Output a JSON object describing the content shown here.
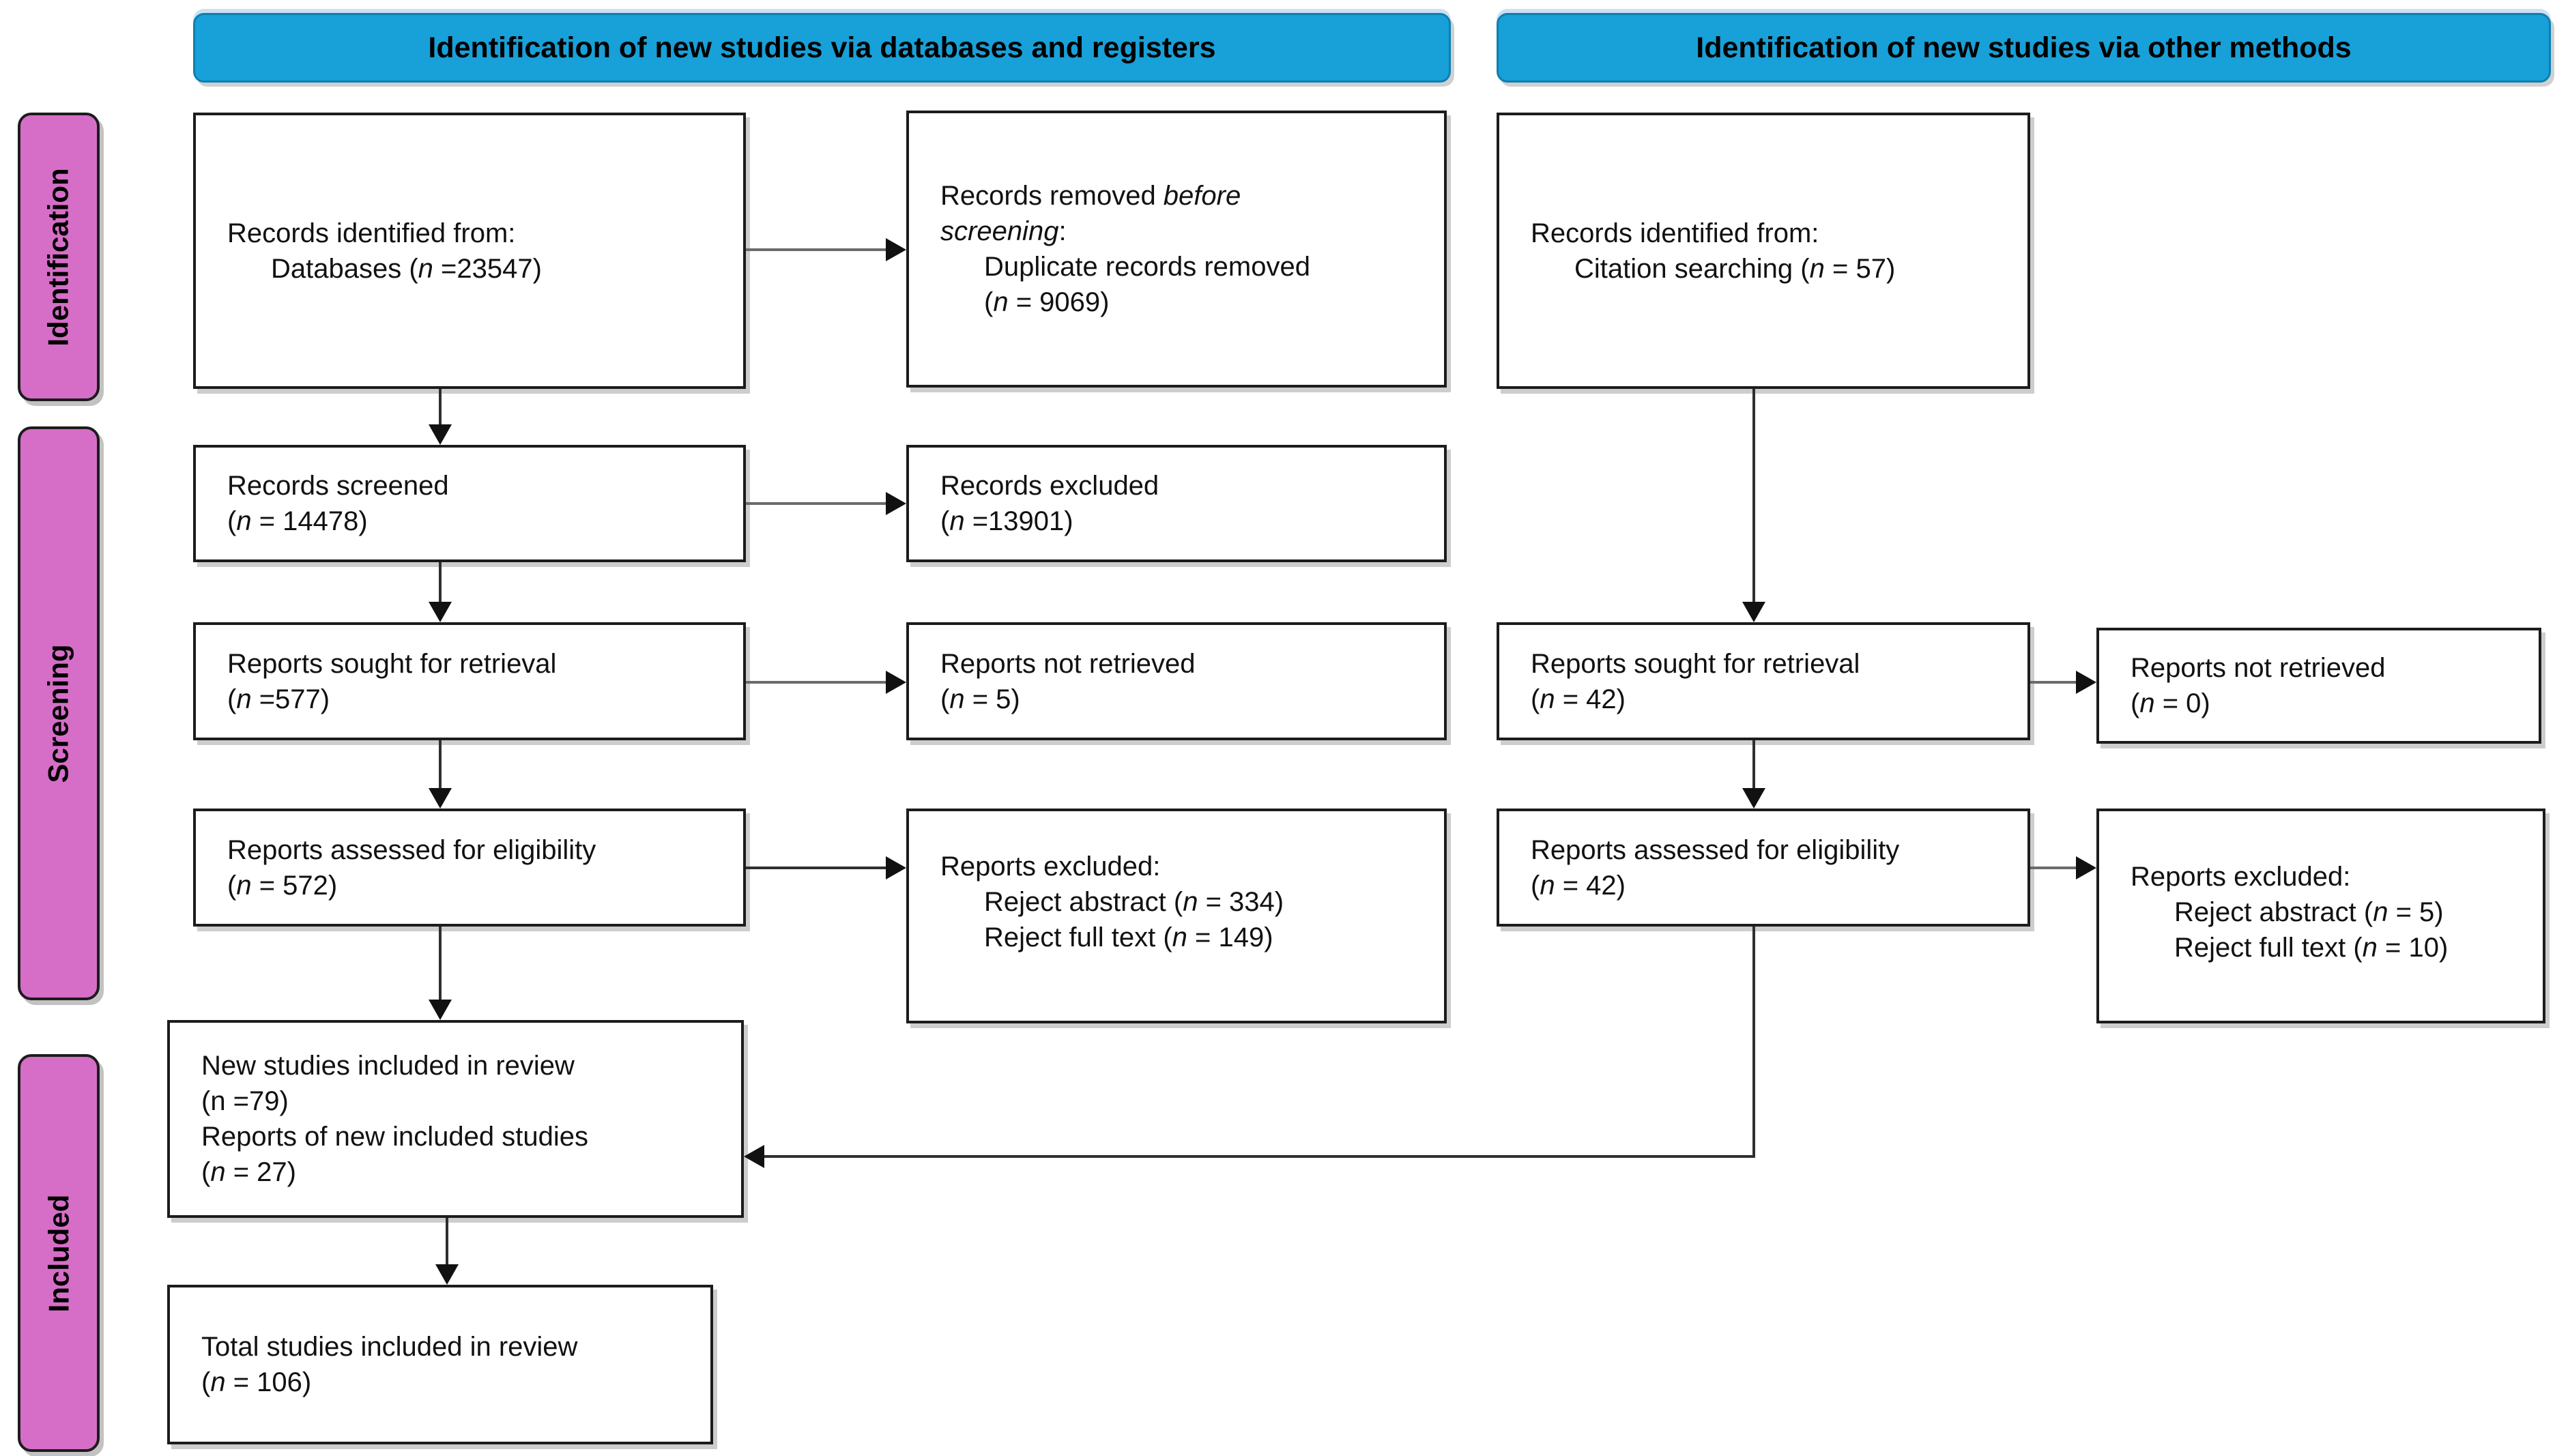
{
  "colors": {
    "header_bg": "#18a0d8",
    "header_border": "#0e7fb2",
    "stage_bg": "#d66ec8",
    "box_border": "#1c1c1c",
    "text": "#111111"
  },
  "headers": {
    "left": "Identification of new studies via databases and registers",
    "right": "Identification of new studies via other methods"
  },
  "stages": [
    {
      "label": "Identification"
    },
    {
      "label": "Screening"
    },
    {
      "label": "Included"
    }
  ],
  "boxes": {
    "records_identified_databases": {
      "lines": [
        {
          "indent": 0,
          "segs": [
            {
              "t": "Records identified from:"
            }
          ]
        },
        {
          "indent": 1,
          "segs": [
            {
              "t": "Databases ("
            },
            {
              "t": "n",
              "i": true
            },
            {
              "t": " =23547)"
            }
          ]
        }
      ]
    },
    "records_removed": {
      "lines": [
        {
          "indent": 0,
          "segs": [
            {
              "t": "Records removed "
            },
            {
              "t": "before",
              "i": true
            }
          ]
        },
        {
          "indent": 0,
          "segs": [
            {
              "t": "screening",
              "i": true
            },
            {
              "t": ":"
            }
          ]
        },
        {
          "indent": 1,
          "segs": [
            {
              "t": "Duplicate records removed"
            }
          ]
        },
        {
          "indent": 1,
          "segs": [
            {
              "t": "("
            },
            {
              "t": "n",
              "i": true
            },
            {
              "t": " = 9069)"
            }
          ]
        }
      ]
    },
    "records_screened": {
      "lines": [
        {
          "indent": 0,
          "segs": [
            {
              "t": "Records screened"
            }
          ]
        },
        {
          "indent": 0,
          "segs": [
            {
              "t": "("
            },
            {
              "t": "n",
              "i": true
            },
            {
              "t": " = 14478)"
            }
          ]
        }
      ]
    },
    "records_excluded": {
      "lines": [
        {
          "indent": 0,
          "segs": [
            {
              "t": "Records excluded"
            }
          ]
        },
        {
          "indent": 0,
          "segs": [
            {
              "t": "("
            },
            {
              "t": "n",
              "i": true
            },
            {
              "t": " =13901)"
            }
          ]
        }
      ]
    },
    "reports_sought": {
      "lines": [
        {
          "indent": 0,
          "segs": [
            {
              "t": "Reports sought for retrieval"
            }
          ]
        },
        {
          "indent": 0,
          "segs": [
            {
              "t": "("
            },
            {
              "t": "n",
              "i": true
            },
            {
              "t": " =577)"
            }
          ]
        }
      ]
    },
    "reports_not_retrieved": {
      "lines": [
        {
          "indent": 0,
          "segs": [
            {
              "t": "Reports not retrieved"
            }
          ]
        },
        {
          "indent": 0,
          "segs": [
            {
              "t": "("
            },
            {
              "t": "n",
              "i": true
            },
            {
              "t": " = 5)"
            }
          ]
        }
      ]
    },
    "reports_assessed": {
      "lines": [
        {
          "indent": 0,
          "segs": [
            {
              "t": "Reports assessed for eligibility"
            }
          ]
        },
        {
          "indent": 0,
          "segs": [
            {
              "t": "("
            },
            {
              "t": "n",
              "i": true
            },
            {
              "t": " = 572)"
            }
          ]
        }
      ]
    },
    "reports_excluded": {
      "lines": [
        {
          "indent": 0,
          "segs": [
            {
              "t": "Reports excluded:"
            }
          ]
        },
        {
          "indent": 1,
          "segs": [
            {
              "t": "Reject abstract ("
            },
            {
              "t": "n",
              "i": true
            },
            {
              "t": " = 334)"
            }
          ]
        },
        {
          "indent": 1,
          "segs": [
            {
              "t": "Reject full text ("
            },
            {
              "t": "n",
              "i": true
            },
            {
              "t": " = 149)"
            }
          ]
        }
      ]
    },
    "new_studies_included": {
      "lines": [
        {
          "indent": 0,
          "segs": [
            {
              "t": "New studies included in review"
            }
          ]
        },
        {
          "indent": 0,
          "segs": [
            {
              "t": "(n =79)"
            }
          ]
        },
        {
          "indent": 0,
          "segs": [
            {
              "t": "Reports of new included studies"
            }
          ]
        },
        {
          "indent": 0,
          "segs": [
            {
              "t": "("
            },
            {
              "t": "n",
              "i": true
            },
            {
              "t": " = 27)"
            }
          ]
        }
      ]
    },
    "total_studies_included": {
      "lines": [
        {
          "indent": 0,
          "segs": [
            {
              "t": "Total studies included in review"
            }
          ]
        },
        {
          "indent": 0,
          "segs": [
            {
              "t": "("
            },
            {
              "t": "n",
              "i": true
            },
            {
              "t": " = 106)"
            }
          ]
        }
      ]
    },
    "records_identified_citation": {
      "lines": [
        {
          "indent": 0,
          "segs": [
            {
              "t": "Records identified from:"
            }
          ]
        },
        {
          "indent": 1,
          "segs": [
            {
              "t": "Citation searching ("
            },
            {
              "t": "n",
              "i": true
            },
            {
              "t": " = 57)"
            }
          ]
        }
      ]
    },
    "reports_sought_other": {
      "lines": [
        {
          "indent": 0,
          "segs": [
            {
              "t": "Reports sought for retrieval"
            }
          ]
        },
        {
          "indent": 0,
          "segs": [
            {
              "t": "("
            },
            {
              "t": "n",
              "i": true
            },
            {
              "t": " = 42)"
            }
          ]
        }
      ]
    },
    "reports_not_retrieved_other": {
      "lines": [
        {
          "indent": 0,
          "segs": [
            {
              "t": "Reports not retrieved"
            }
          ]
        },
        {
          "indent": 0,
          "segs": [
            {
              "t": "("
            },
            {
              "t": "n",
              "i": true
            },
            {
              "t": " = 0)"
            }
          ]
        }
      ]
    },
    "reports_assessed_other": {
      "lines": [
        {
          "indent": 0,
          "segs": [
            {
              "t": "Reports assessed for eligibility"
            }
          ]
        },
        {
          "indent": 0,
          "segs": [
            {
              "t": "("
            },
            {
              "t": "n",
              "i": true
            },
            {
              "t": " = 42)"
            }
          ]
        }
      ]
    },
    "reports_excluded_other": {
      "lines": [
        {
          "indent": 0,
          "segs": [
            {
              "t": "Reports excluded:"
            }
          ]
        },
        {
          "indent": 1,
          "segs": [
            {
              "t": "Reject abstract ("
            },
            {
              "t": "n",
              "i": true
            },
            {
              "t": " = 5)"
            }
          ]
        },
        {
          "indent": 1,
          "segs": [
            {
              "t": "Reject full text ("
            },
            {
              "t": "n",
              "i": true
            },
            {
              "t": " = 10)"
            }
          ]
        }
      ]
    }
  }
}
